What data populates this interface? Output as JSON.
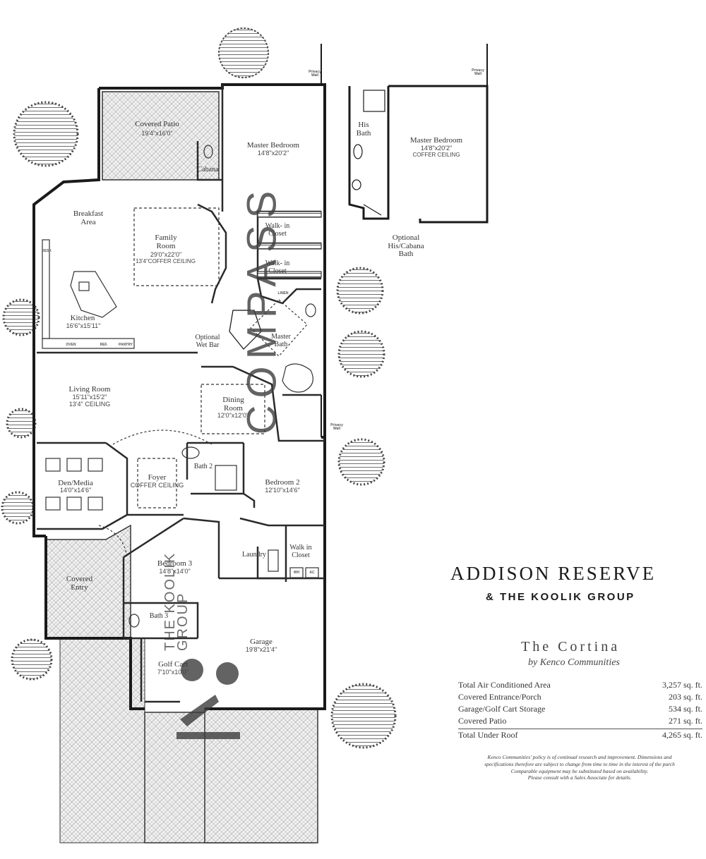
{
  "labels": {
    "privacy_wall": "Privacy Wall",
    "covered_patio": "Covered Patio",
    "covered_patio_dim": "19'4\"x16'0\"",
    "master_bedroom": "Master Bedroom",
    "master_bedroom_dim": "14'8\"x20'2\"",
    "coffer_ceiling": "COFFER CEILING",
    "cabana": "Cabana",
    "his_bath": "His Bath",
    "optional_bath": "Optional His/Cabana Bath",
    "breakfast_area": "Breakfast Area",
    "family_room": "Family Room",
    "family_room_dim": "29'0\"x22'0\"",
    "family_room_ceiling": "13'4\"COFFER CEILING",
    "walk_in_closet": "Walk- in Closet",
    "linen": "LINEN",
    "kitchen": "Kitchen",
    "kitchen_dim": "16'6\"x15'11\"",
    "oven": "OVEN",
    "ref": "REF.",
    "pantry": "PANTRY",
    "desk": "DESK",
    "optional_wet_bar": "Optional Wet Bar",
    "master_bath": "Master Bath",
    "living_room": "Living Room",
    "living_room_dim": "15'11\"x15'2\"",
    "living_room_ceiling": "13'4\" CEILING",
    "dining_room": "Dining Room",
    "dining_room_dim": "12'0\"x12'0\"",
    "den_media": "Den/Media",
    "den_media_dim": "14'0\"x14'6\"",
    "foyer": "Foyer",
    "bath2": "Bath 2",
    "bedroom2": "Bedroom 2",
    "bedroom2_dim": "12'10\"x14'6\"",
    "laundry": "Laundry",
    "walk_in_closet2": "Walk in Closet",
    "wh": "WH",
    "ac": "AC",
    "bedroom3": "Bedroom 3",
    "bedroom3_dim": "14'8\"x14'0\"",
    "covered_entry": "Covered Entry",
    "bath3": "Bath 3",
    "garage": "Garage",
    "garage_dim": "19'8\"x21'4\"",
    "golf_cart": "Golf Cart",
    "golf_cart_dim": "7'10\"x10'0\""
  },
  "brand": {
    "title": "ADDISON RESERVE",
    "subtitle": "& THE KOOLIK GROUP"
  },
  "model": {
    "name": "The Cortina",
    "builder": "by Kenco Communities"
  },
  "areas": [
    {
      "label": "Total Air Conditioned Area",
      "value": "3,257 sq. ft."
    },
    {
      "label": "Covered Entrance/Porch",
      "value": "203 sq. ft."
    },
    {
      "label": "Garage/Golf Cart Storage",
      "value": "534 sq. ft."
    },
    {
      "label": "Covered Patio",
      "value": "271 sq. ft."
    },
    {
      "label": "Total Under Roof",
      "value": "4,265 sq. ft."
    }
  ],
  "disclaimer": {
    "line1": "Kenco Communities' policy is of continual research and improvement. Dimensions and",
    "line2": "specifications therefore are subject to change from time to time in the interest of the purch",
    "line3": "Comparable equipment may be substituted based on availability.",
    "line4": "Please consult with a Sales Associate for details."
  },
  "watermarks": {
    "compass": "COMPASS",
    "koolik": "THE KOOLIK GROUP"
  }
}
